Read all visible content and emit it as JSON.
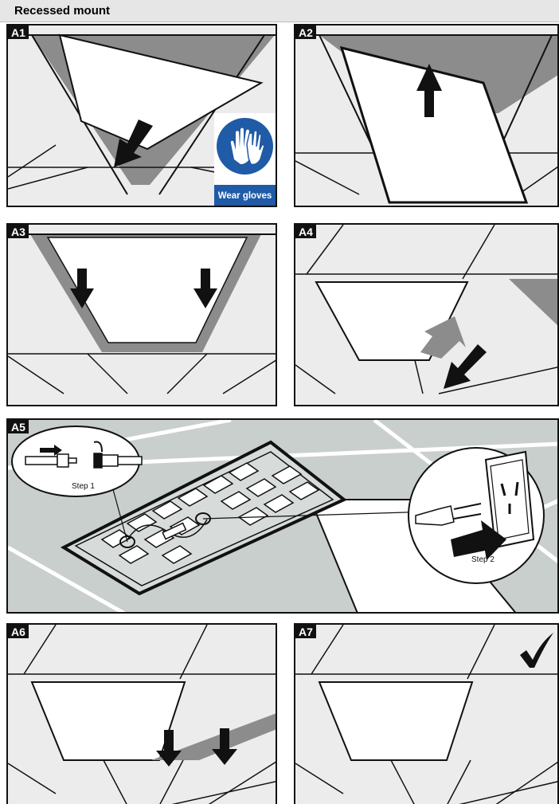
{
  "header": {
    "title": "Recessed mount"
  },
  "panels": [
    {
      "id": "A1"
    },
    {
      "id": "A2"
    },
    {
      "id": "A3"
    },
    {
      "id": "A4"
    },
    {
      "id": "A5",
      "captions": {
        "step1": "Step 1",
        "step2": "Step 2"
      }
    },
    {
      "id": "A6"
    },
    {
      "id": "A7"
    }
  ],
  "safety_sign": {
    "label": "Wear gloves",
    "icon": "gloves-icon"
  },
  "colors": {
    "sign_blue": "#1f5ba6",
    "frame": "#111111",
    "gray": "#8c8c8c",
    "ceiling": "#ececec"
  }
}
